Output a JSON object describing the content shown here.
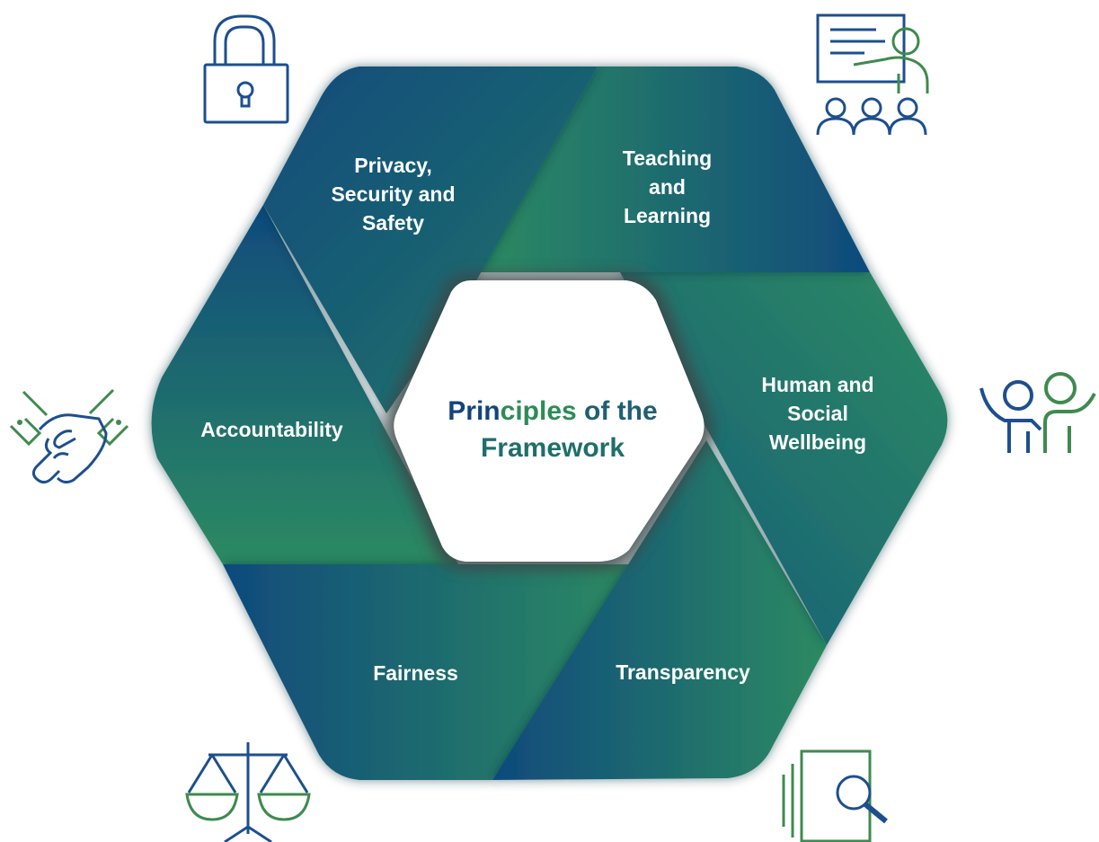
{
  "diagram": {
    "center": {
      "line1": [
        "Prin",
        "ciples",
        " of the"
      ],
      "line2": "Framework",
      "colors": {
        "blue": "#15437a",
        "green": "#2e8b57",
        "teal": "#1f6f78"
      }
    },
    "segments": [
      {
        "id": "privacy",
        "lines": [
          "Privacy,",
          "Security and",
          "Safety"
        ],
        "icon": "padlock-icon"
      },
      {
        "id": "teaching",
        "lines": [
          "Teaching",
          "and",
          "Learning"
        ],
        "icon": "teacher-presentation-icon"
      },
      {
        "id": "wellbeing",
        "lines": [
          "Human and",
          "Social",
          "Wellbeing"
        ],
        "icon": "people-waving-icon"
      },
      {
        "id": "transparency",
        "lines": [
          "Transparency"
        ],
        "icon": "document-magnifier-icon"
      },
      {
        "id": "fairness",
        "lines": [
          "Fairness"
        ],
        "icon": "scales-of-justice-icon"
      },
      {
        "id": "accountability",
        "lines": [
          "Accountability"
        ],
        "icon": "handshake-icon"
      }
    ],
    "palette": {
      "navy": "#0f4a7c",
      "green": "#2c8a62",
      "icon_blue": "#1d4f8e",
      "icon_green": "#3f8a4f"
    }
  }
}
